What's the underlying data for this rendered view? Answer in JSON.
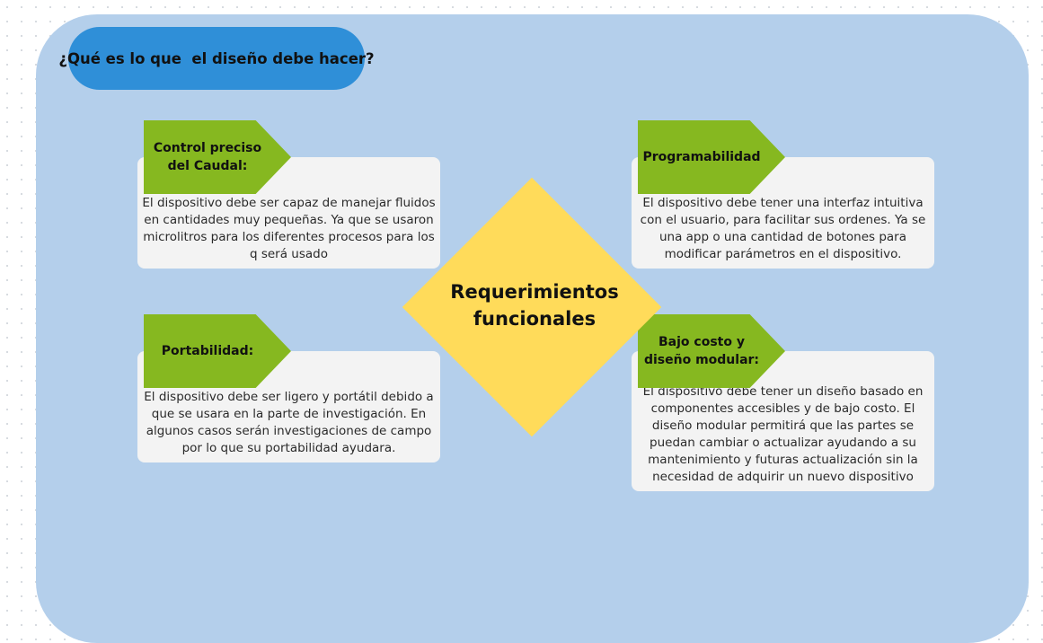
{
  "question": "¿Qué es lo que  el diseño debe hacer?",
  "center": "Requerimientos\nfuncionales",
  "requirements": [
    {
      "title": "Control preciso\ndel Caudal:",
      "text": "El dispositivo debe ser capaz de manejar fluidos en cantidades muy pequeñas. Ya que se usaron microlitros para los diferentes procesos para los q será usado"
    },
    {
      "title": "Programabilidad",
      "text": "El dispositivo debe tener una interfaz intuitiva con el usuario, para facilitar sus ordenes. Ya se una app o una cantidad de botones para modificar parámetros en el dispositivo."
    },
    {
      "title": "Portabilidad:",
      "text": "El dispositivo debe ser ligero y portátil debido a que se usara en la parte de investigación. En algunos casos serán investigaciones de campo por lo que su portabilidad ayudara."
    },
    {
      "title": "Bajo costo y\ndiseño modular:",
      "text": "El dispositivo debe tener un diseño basado en componentes accesibles y de bajo costo. El diseño modular permitirá que las partes se puedan cambiar o actualizar ayudando a su mantenimiento y futuras actualización sin la necesidad de adquirir un  nuevo dispositivo"
    }
  ],
  "colors": {
    "panel": "#b4cfeb",
    "question_pill": "#2f8fd8",
    "tag": "#86b820",
    "diamond": "#ffdb5a",
    "card": "#f3f3f3"
  }
}
